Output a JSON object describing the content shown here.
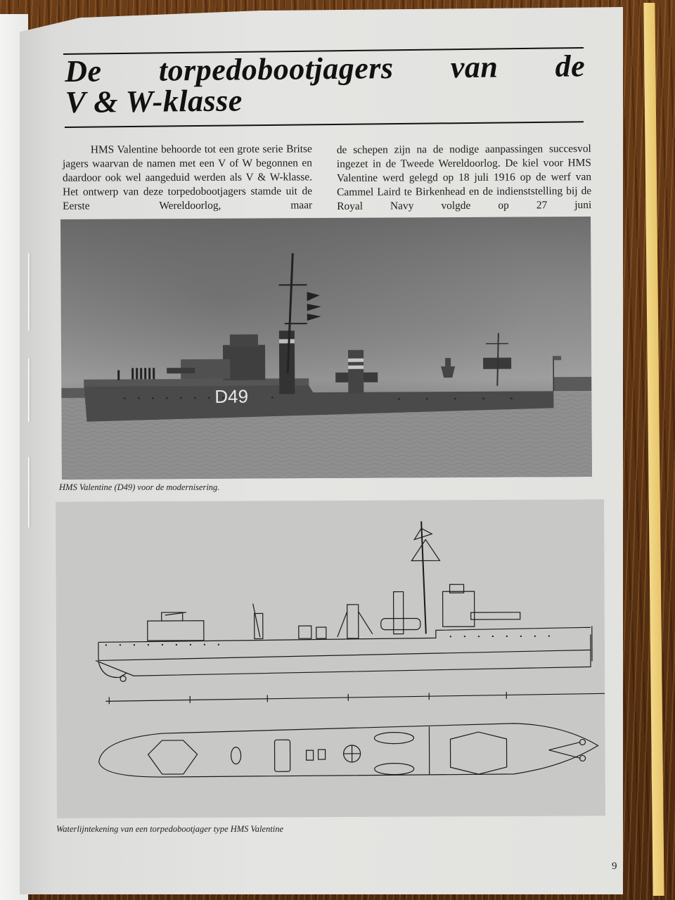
{
  "article": {
    "title_line1": "De torpedobootjagers van de",
    "title_line2": "V & W-klasse",
    "column_left": "HMS Valentine behoorde tot een grote serie Britse jagers waarvan de namen met een V of W begonnen en daardoor ook wel aangeduid werden als V & W-klasse. Het ontwerp van deze torpedo­bootjagers stamde uit de Eerste Wereldoorlog, maar",
    "column_right": "de schepen zijn na de nodige aanpassingen succes­vol ingezet in de Tweede Wereldoorlog. De kiel voor HMS Valentine werd gelegd op 18 juli 1916 op de werf van Cammel Laird te Birkenhead en de indienststelling bij de Royal Navy volgde op 27 juni"
  },
  "photo": {
    "hull_number": "D49",
    "caption": "HMS Valentine (D49) voor de modernisering."
  },
  "drawing": {
    "caption": "Waterlijntekening van een torpedobootjager type HMS Valentine"
  },
  "page_number": "9",
  "colors": {
    "paper": "#e2e2df",
    "ink": "#111111",
    "photo_gray": "#8a8a8a",
    "drawing_bg": "#c8c8c6",
    "cover_edge": "#e8c46a",
    "table_wood": "#5a3314"
  }
}
